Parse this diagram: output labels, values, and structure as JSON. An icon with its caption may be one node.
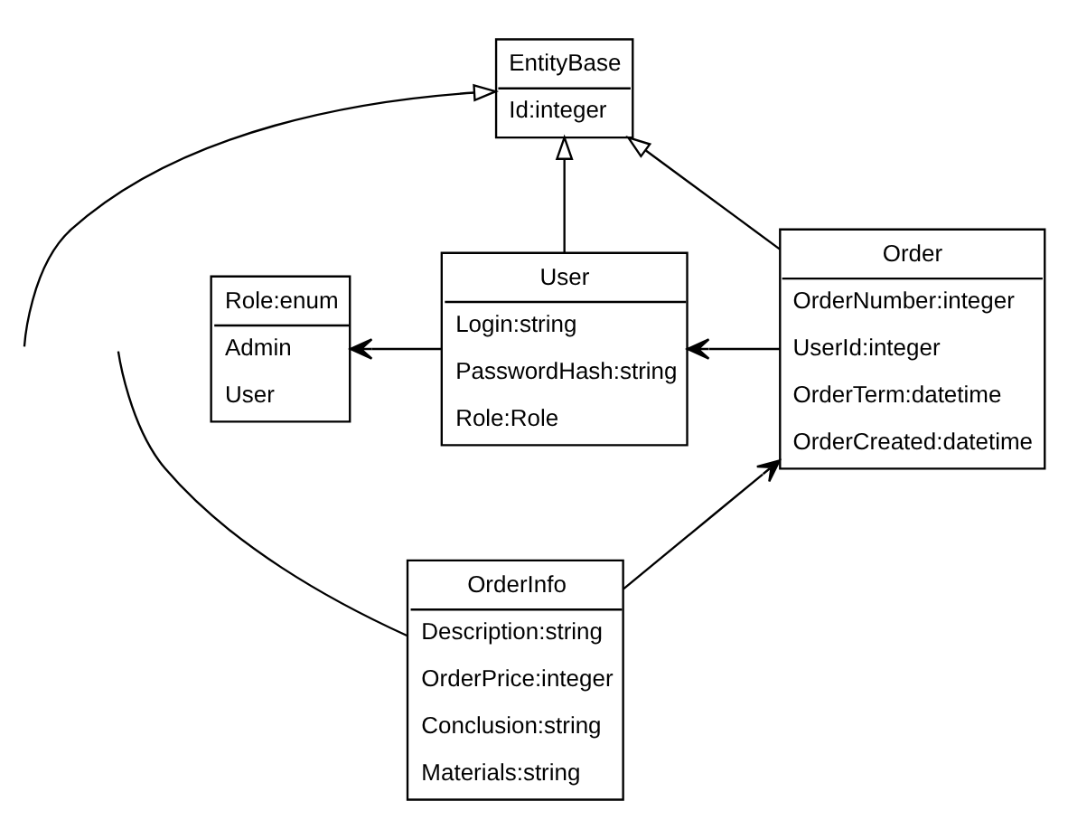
{
  "diagram": {
    "nodes": [
      {
        "text": [
          "EntityBase",
          "Id:integer"
        ]
      },
      {
        "text": [
          "Role:enum",
          "Admin",
          "User"
        ]
      },
      {
        "text": [
          "User",
          "Login:string",
          "PasswordHash:string",
          "Role:Role"
        ]
      },
      {
        "text": [
          "Order",
          "OrderNumber:integer",
          "UserId:integer",
          "OrderTerm:datetime",
          "OrderCreated:datetime"
        ]
      },
      {
        "text": [
          "OrderInfo",
          "Description:string",
          "OrderPrice:integer",
          "Conclusion:string",
          "Materials:string"
        ]
      }
    ],
    "edges": [
      {
        "from": 2,
        "to": 0,
        "arrow": "to"
      },
      {
        "from": 3,
        "to": 0,
        "arrow": "to"
      },
      {
        "from": null,
        "to": 0,
        "arrow": "to"
      },
      {
        "from": 2,
        "to": 1,
        "arrow": "to"
      },
      {
        "from": 3,
        "to": 2,
        "arrow": "to"
      },
      {
        "from": 4,
        "to": 3,
        "arrow": "to"
      },
      {
        "from": 4,
        "to": null,
        "arrow": "none"
      }
    ]
  }
}
